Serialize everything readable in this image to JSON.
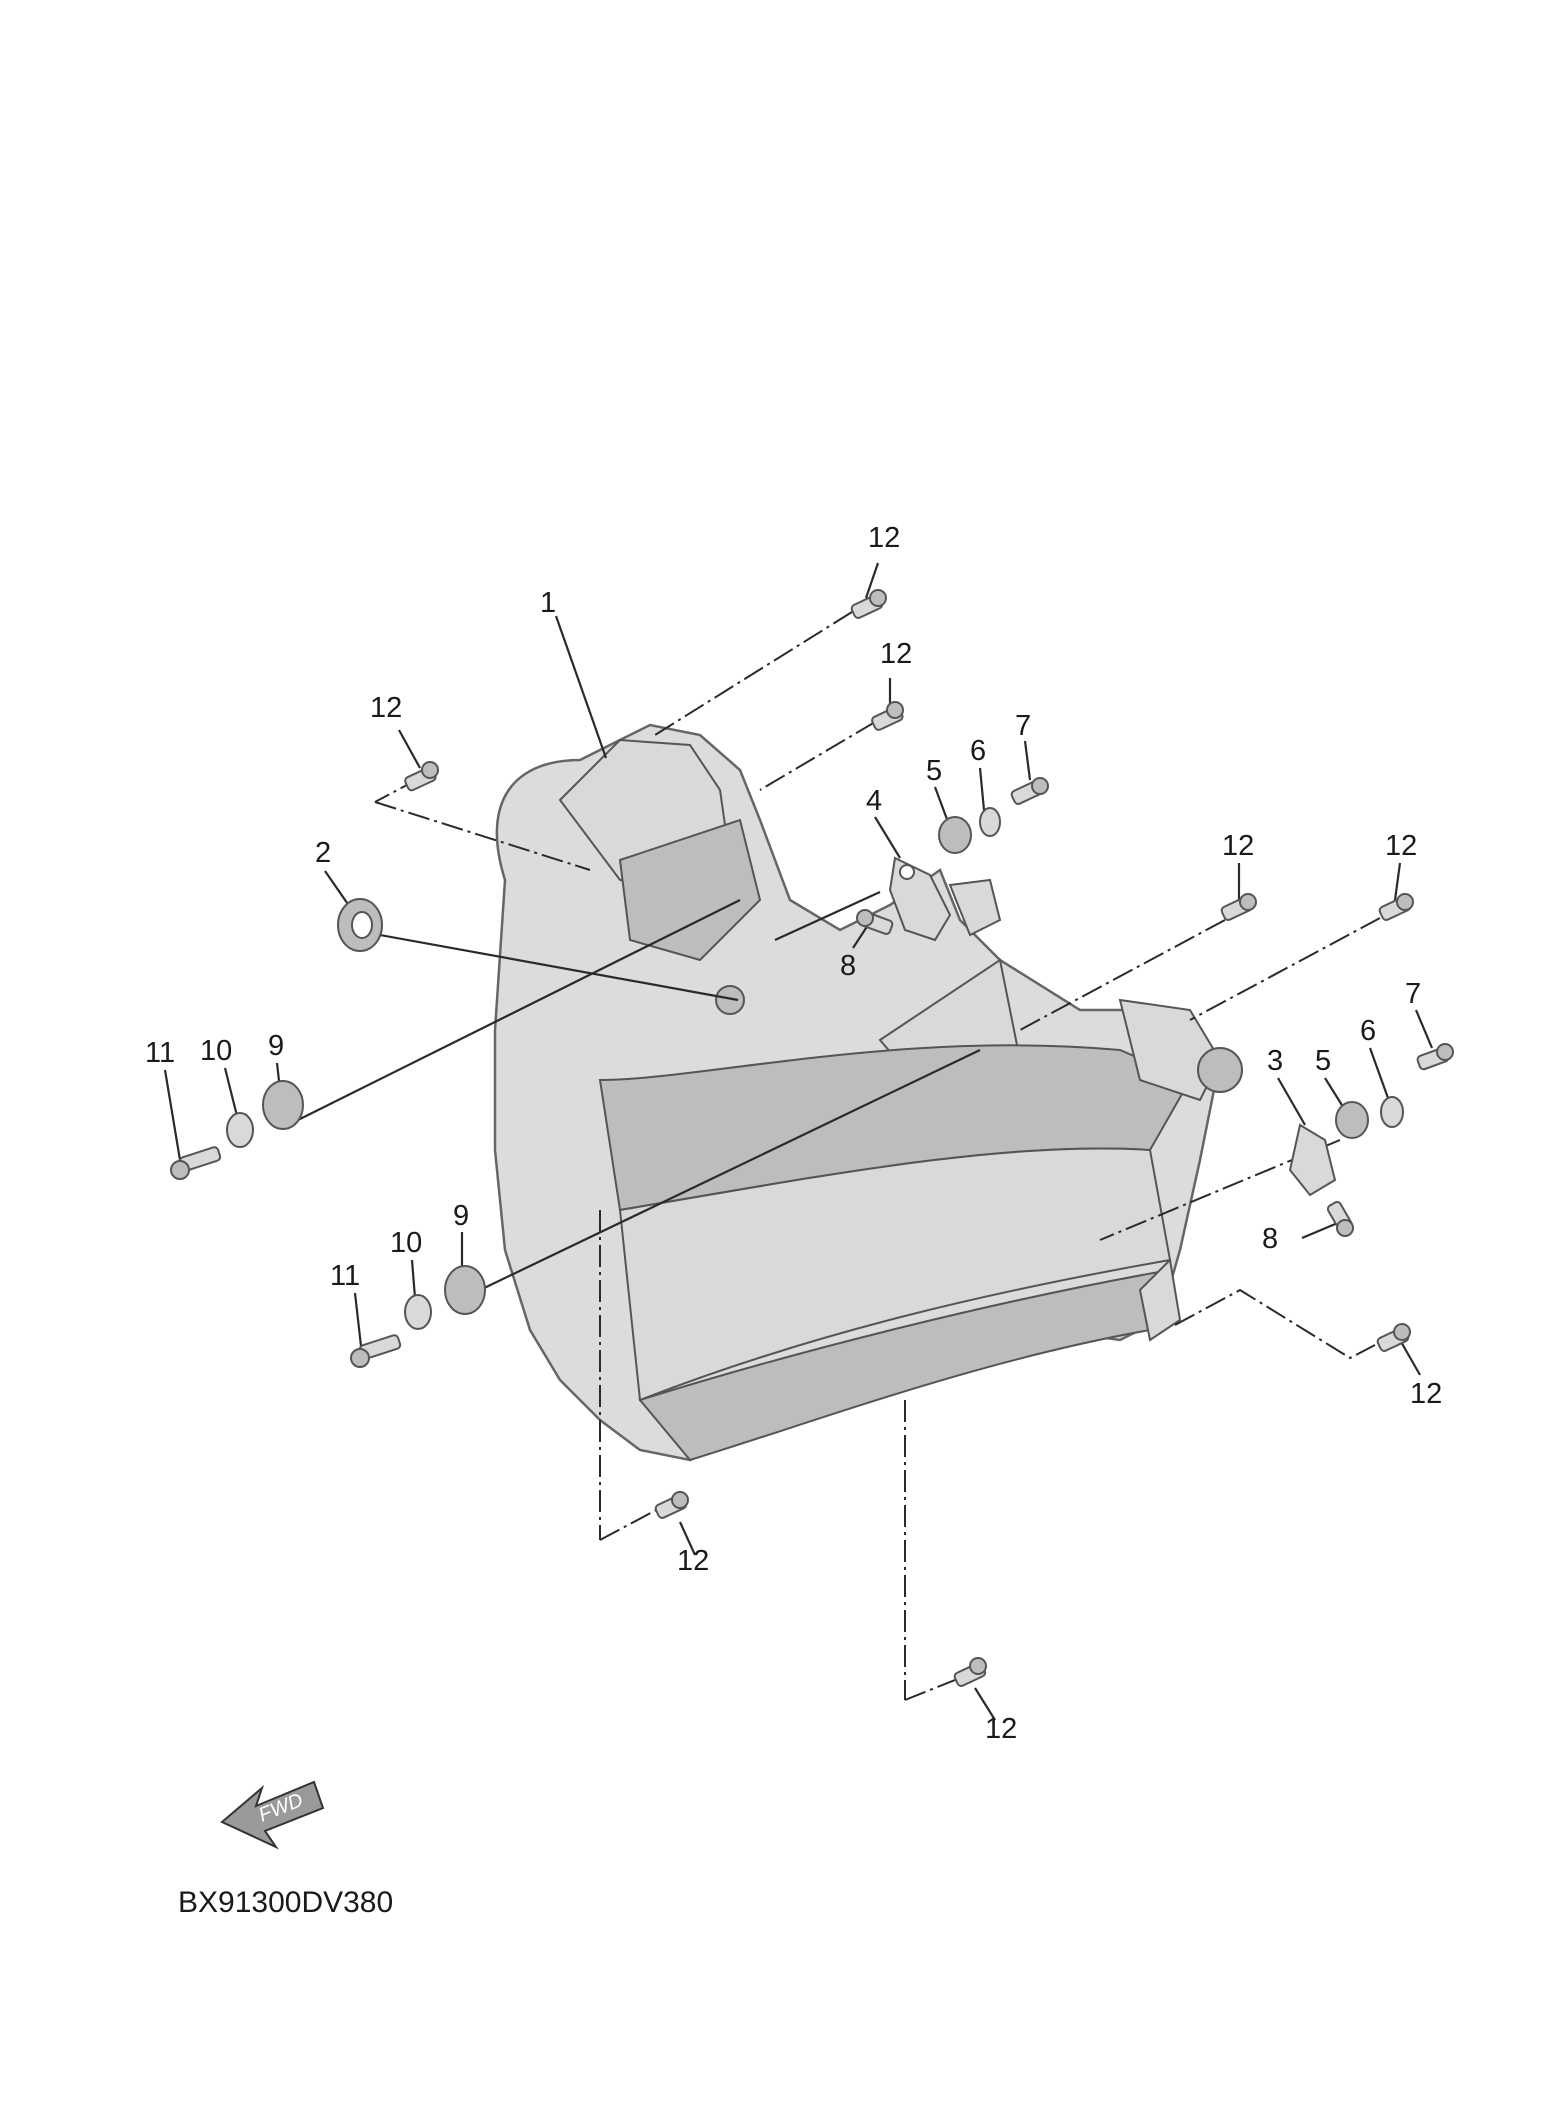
{
  "diagram": {
    "drawing_code": "BX91300DV380",
    "direction_label": "FWD",
    "callouts": [
      "1",
      "2",
      "3",
      "4",
      "5",
      "6",
      "7",
      "8",
      "9",
      "10",
      "11",
      "12"
    ]
  },
  "colors": {
    "line": "#2a2a2a",
    "part_fill": "#d9d9d9",
    "background": "#ffffff"
  }
}
